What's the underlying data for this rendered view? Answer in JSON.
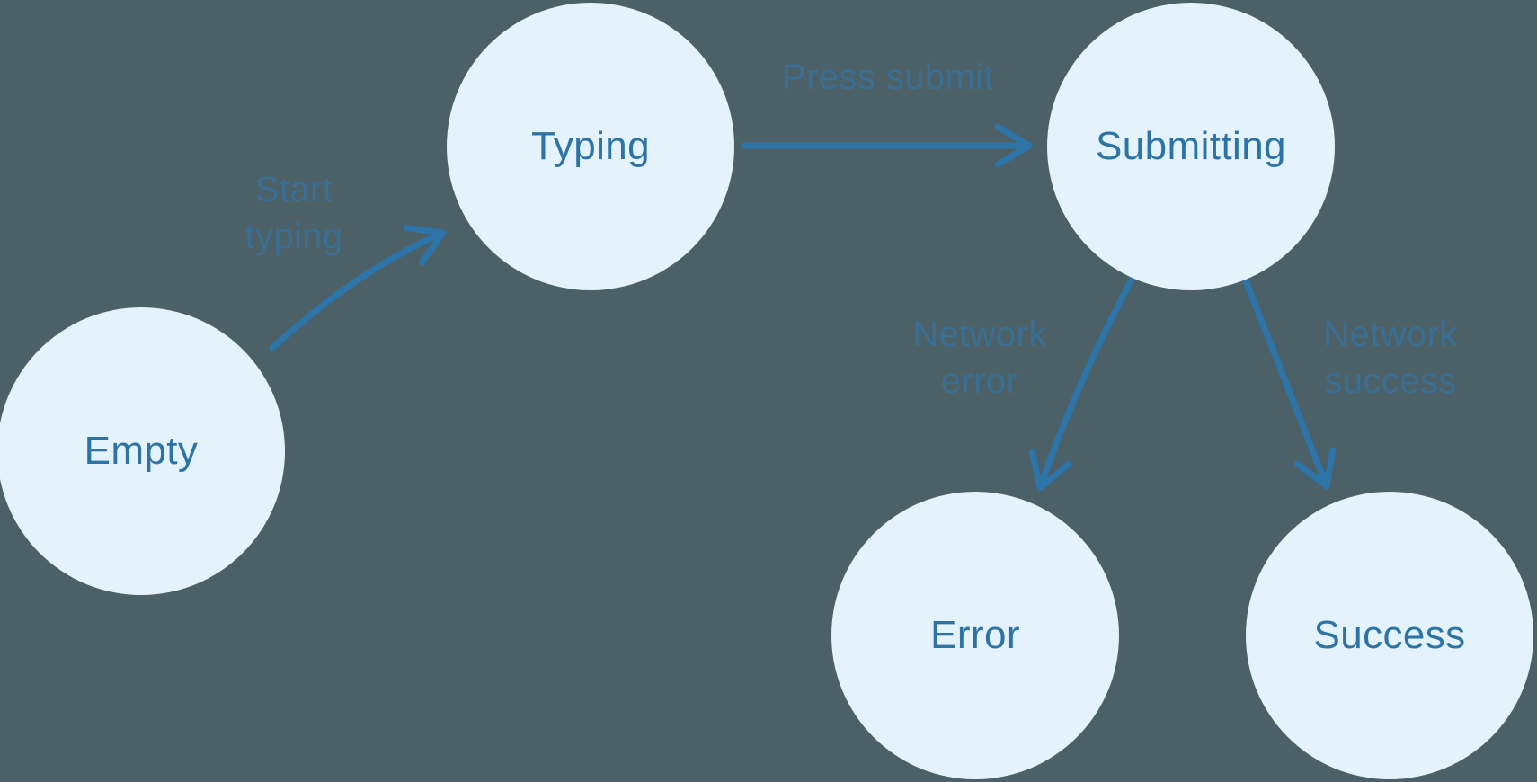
{
  "diagram": {
    "nodes": [
      {
        "id": "empty",
        "label": "Empty"
      },
      {
        "id": "typing",
        "label": "Typing"
      },
      {
        "id": "submitting",
        "label": "Submitting"
      },
      {
        "id": "error",
        "label": "Error"
      },
      {
        "id": "success",
        "label": "Success"
      }
    ],
    "edges": [
      {
        "from": "empty",
        "to": "typing",
        "label": "Start\ntyping"
      },
      {
        "from": "typing",
        "to": "submitting",
        "label": "Press submit"
      },
      {
        "from": "submitting",
        "to": "error",
        "label": "Network\nerror"
      },
      {
        "from": "submitting",
        "to": "success",
        "label": "Network\nsuccess"
      }
    ],
    "colors": {
      "background": "#4B6067",
      "node_fill": "#E4F2FC",
      "node_text": "#2D74A6",
      "edge_label": "#3A6E92",
      "arrow": "#2D74A8"
    }
  }
}
